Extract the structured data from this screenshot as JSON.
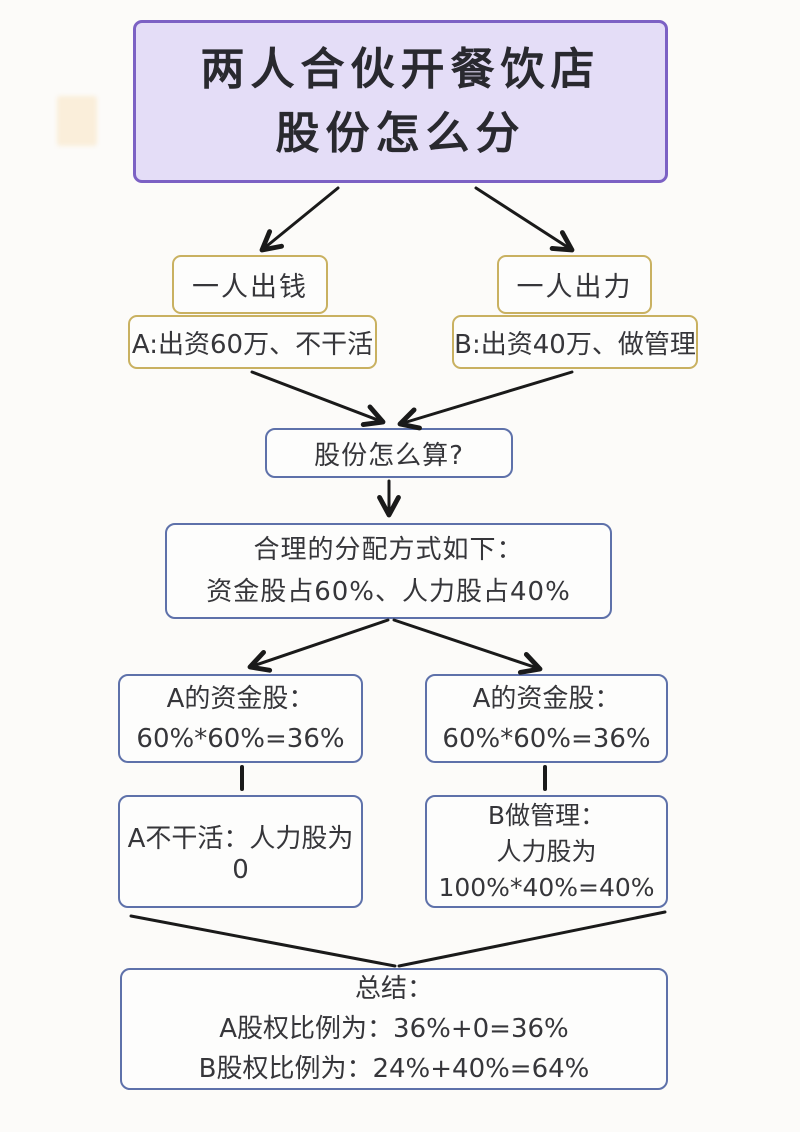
{
  "colors": {
    "background": "#fcfbf9",
    "title_fill": "#e4ddf7",
    "title_border": "#7c61c4",
    "gold_border": "#c9b161",
    "blue_border": "#5e71aa",
    "arrow": "#1a1a1a",
    "text": "#36363a",
    "decor_square": "#faeeda"
  },
  "title": {
    "line1": "两人合伙开餐饮店",
    "line2": "股份怎么分"
  },
  "branch": {
    "money": {
      "label": "一人出钱",
      "detail": "A:出资60万、不干活"
    },
    "labor": {
      "label": "一人出力",
      "detail": "B:出资40万、做管理"
    }
  },
  "question": {
    "label": "股份怎么算?"
  },
  "method": {
    "line1": "合理的分配方式如下：",
    "line2": "资金股占60%、人力股占40%"
  },
  "capital": {
    "a": {
      "line1": "A的资金股：",
      "line2": "60%*60%=36%"
    },
    "b": {
      "line1": "A的资金股：",
      "line2": "60%*60%=36%"
    }
  },
  "labor_share": {
    "a": {
      "line1": "A不干活：人力股为0"
    },
    "b": {
      "line1": "B做管理：",
      "line2": "人力股为",
      "line3": "100%*40%=40%"
    }
  },
  "summary": {
    "line1": "总结：",
    "line2": "A股权比例为：36%+0=36%",
    "line3": "B股权比例为：24%+40%=64%"
  }
}
